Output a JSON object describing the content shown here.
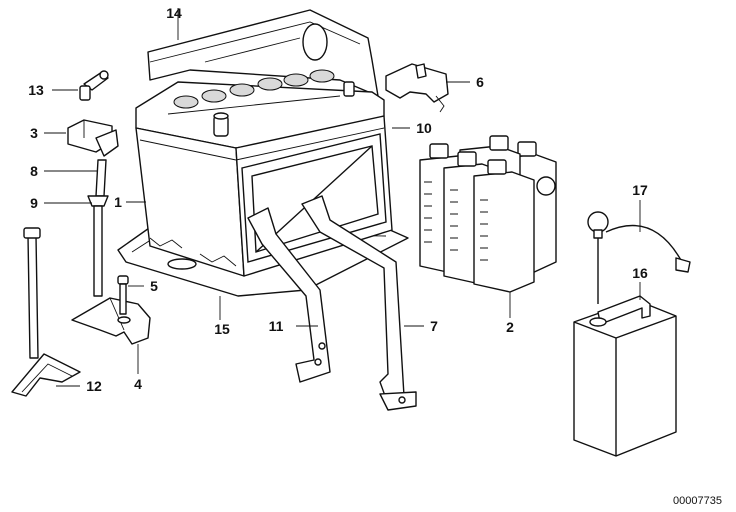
{
  "callouts": {
    "c1": "1",
    "c2": "2",
    "c3": "3",
    "c4": "4",
    "c5": "5",
    "c6": "6",
    "c7": "7",
    "c8": "8",
    "c9": "9",
    "c10": "10",
    "c11": "11",
    "c12": "12",
    "c13": "13",
    "c14": "14",
    "c15": "15",
    "c16": "16",
    "c17": "17"
  },
  "doc_id": "00007735"
}
